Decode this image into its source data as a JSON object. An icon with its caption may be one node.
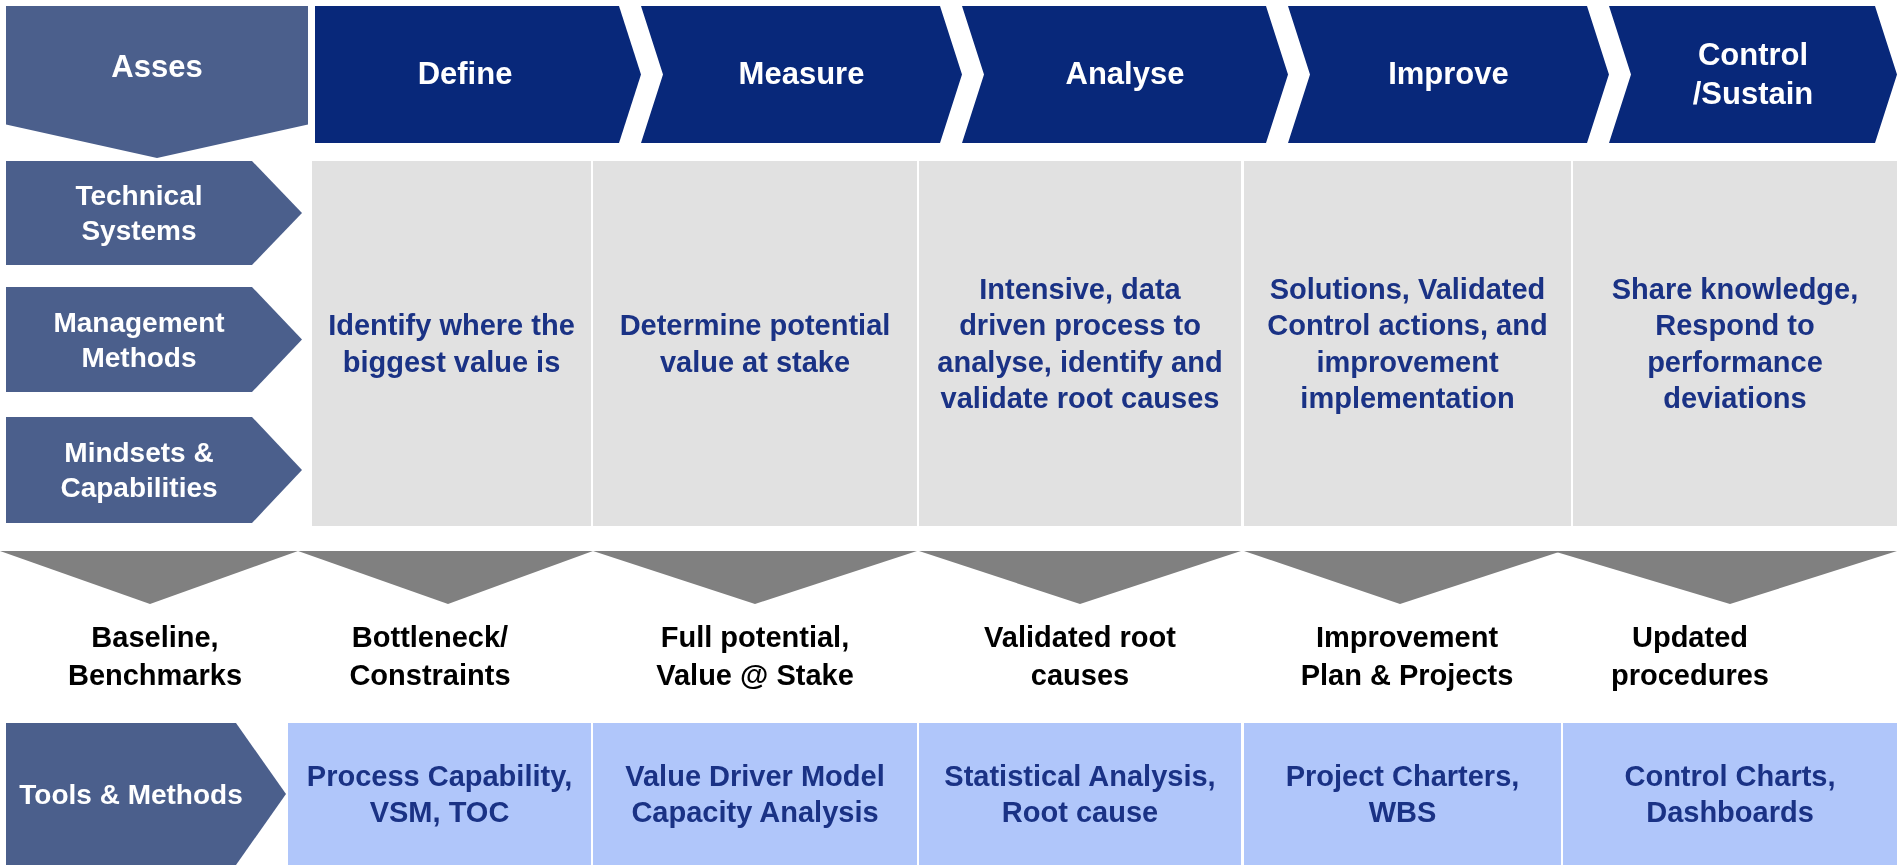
{
  "diagram": {
    "nodes": [
      {
        "text": [
          "Asses"
        ]
      },
      {
        "text": [
          "Define"
        ]
      },
      {
        "text": [
          "Measure"
        ]
      },
      {
        "text": [
          "Analyse"
        ]
      },
      {
        "text": [
          "Improve"
        ]
      },
      {
        "text": [
          "Control /Sustain"
        ]
      },
      {
        "text": [
          "Technical Systems"
        ]
      },
      {
        "text": [
          "Management Methods"
        ]
      },
      {
        "text": [
          "Mindsets & Capabilities"
        ]
      },
      {
        "text": [
          "Identify where the biggest value is"
        ]
      },
      {
        "text": [
          "Determine potential value at stake"
        ]
      },
      {
        "text": [
          "Intensive, data driven process to analyse, identify and validate root causes"
        ]
      },
      {
        "text": [
          "Solutions, Validated Control actions, and improvement implementation"
        ]
      },
      {
        "text": [
          "Share knowledge, Respond to performance deviations"
        ]
      },
      {
        "text": [
          "Tools & Methods"
        ]
      },
      {
        "text": [
          "Process Capability, VSM, TOC"
        ]
      },
      {
        "text": [
          "Value Driver Model Capacity Analysis"
        ]
      },
      {
        "text": [
          "Statistical Analysis, Root cause"
        ]
      },
      {
        "text": [
          "Project Charters, WBS"
        ]
      },
      {
        "text": [
          "Control Charts, Dashboards"
        ]
      }
    ],
    "labels": [
      "Baseline, Benchmarks",
      "Bottleneck/ Constraints",
      "Full potential, Value @ Stake",
      "Validated root causes",
      "Improvement Plan & Projects",
      "Updated procedures"
    ]
  }
}
